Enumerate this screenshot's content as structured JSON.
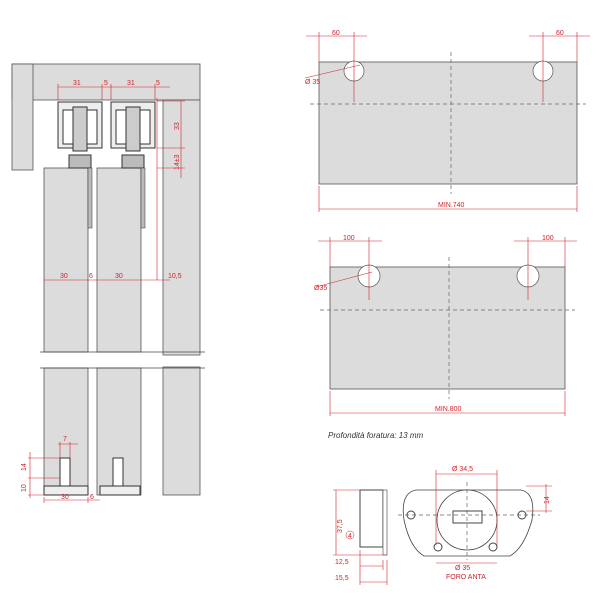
{
  "side_section": {
    "top_dims": [
      "31",
      "5",
      "31",
      "5"
    ],
    "vertical_dims": [
      "33",
      "14±3"
    ],
    "door_dims": [
      "30",
      "6",
      "30",
      "10,5"
    ],
    "bottom_dims": {
      "width": "7",
      "height_upper": "14",
      "height_lower": "10",
      "guide_width": "30",
      "gap": "6"
    }
  },
  "door_740": {
    "offset_left": "60",
    "offset_right": "60",
    "hole_diameter": "Ø 35",
    "min_width": "MIN.740"
  },
  "door_800": {
    "offset_left": "100",
    "offset_right": "100",
    "hole_diameter": "Ø35",
    "min_width": "MIN.800"
  },
  "drilling_note": "Profondità foratura: 13 mm",
  "hinge_plate": {
    "diameter_top": "Ø 34,5",
    "height": "14",
    "diameter_bottom": "Ø 35",
    "caption": "FORO ANTA",
    "side_height": "37,5",
    "callout": "4",
    "depth_1": "12,5",
    "depth_2": "15,5"
  }
}
